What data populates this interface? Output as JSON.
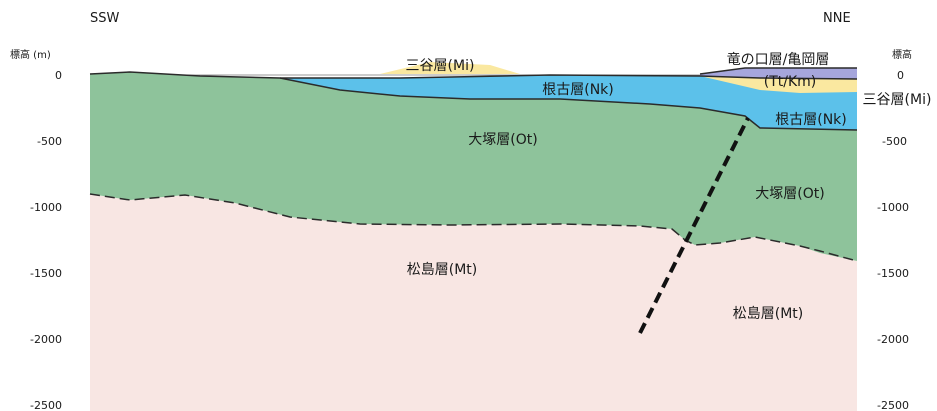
{
  "directions": {
    "left": "SSW",
    "right": "NNE"
  },
  "axis": {
    "left_title": "標高 (m)",
    "right_title": "標高",
    "left_ticks": [
      "0",
      "-500",
      "-1000",
      "-1500",
      "-2000",
      "-2500"
    ],
    "right_ticks": [
      "0",
      "-500",
      "-1000",
      "-1500",
      "-2000",
      "-2500"
    ]
  },
  "units": {
    "mitani_top": "三谷層(Mi)",
    "nekko_left": "根古層(Nk)",
    "otsuka_left": "大塚層(Ot)",
    "matsushima_left": "松島層(Mt)",
    "tatsunokuchi": "竜の口層/亀岡層",
    "tt_km": "(Tt/Km)",
    "mitani_right": "三谷層(Mi)",
    "nekko_right": "根古層(Nk)",
    "otsuka_right": "大塚層(Ot)",
    "matsushima_right": "松島層(Mt)"
  },
  "colors": {
    "matsushima": "#f8e6e3",
    "otsuka": "#8ec39b",
    "nekko": "#5cc1ea",
    "tatsunokuchi": "#a6a6dc",
    "mitani": "#fae8a0",
    "fault": "#111111"
  }
}
